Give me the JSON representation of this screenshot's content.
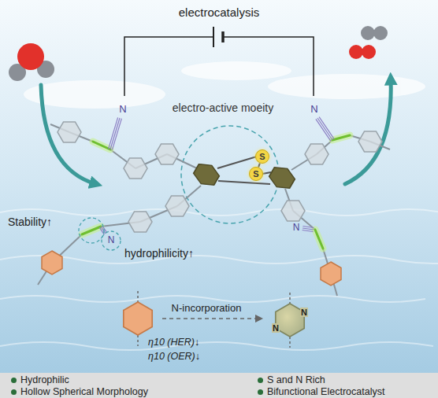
{
  "diagram": {
    "nodes": [
      {
        "text": [
          "S"
        ]
      },
      {
        "text": [
          "S"
        ]
      },
      {
        "text": [
          "Hydrophilic",
          "S and N Rich",
          "Hollow Spherical Morphology",
          "Bifunctional Electrocatalyst"
        ]
      }
    ],
    "edges": [
      {
        "from": 0,
        "to": 1,
        "arrow": "none"
      }
    ],
    "labels": [
      "electrocatalysis",
      "electro-active moeity",
      "N",
      "N",
      "Stability↑",
      "hydrophilicity↑",
      "N",
      "N",
      "N-incorporation",
      "η10 (HER)↓",
      "η10 (OER)↓",
      "N",
      "N"
    ]
  }
}
